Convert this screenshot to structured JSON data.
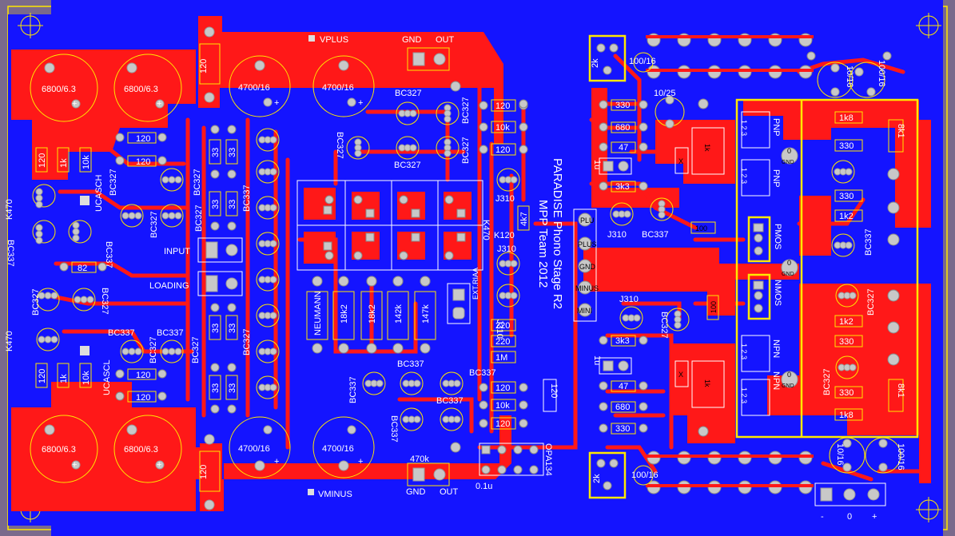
{
  "board": {
    "title_line1": "PARADISE Phono Stage R2",
    "title_line2": "MPP Team 2012",
    "colors": {
      "background": "#7a6a8c",
      "copper_bottom": "#1414ff",
      "copper_top": "#ff1818",
      "silkscreen": "#ffe800",
      "pad": "#c8c8c8",
      "text": "#ffffff"
    }
  },
  "rails": {
    "vplus": "VPLUS",
    "vminus": "VMINUS",
    "gnd_top": "GND",
    "out_top": "OUT",
    "gnd_bottom": "GND",
    "out_bottom": "OUT"
  },
  "capacitors": {
    "c_tl1": "6800/6.3",
    "c_tl2": "6800/6.3",
    "c_bl1": "6800/6.3",
    "c_bl2": "6800/6.3",
    "c_t1": "4700/16",
    "c_t2": "4700/16",
    "c_b1": "4700/16",
    "c_b2": "4700/16",
    "c_rt1": "100/16",
    "c_rb1": "100/16",
    "c_rt2": "10/25",
    "c_rt3": "10/16",
    "c_rt4": "100/16",
    "c_rb3": "10/16",
    "c_rb4": "100/16"
  },
  "transistors": {
    "bc327_a": "BC327",
    "bc327_b": "BC327",
    "bc327_c": "BC327",
    "bc327_d": "BC327",
    "bc327_e": "BC327",
    "bc327_f": "BC327",
    "bc327_g": "BC327",
    "bc327_h": "BC327",
    "bc337_a": "BC337",
    "bc337_b": "BC337",
    "bc337_c": "BC337",
    "bc337_d": "BC337",
    "bc337_e": "BC337",
    "bc337_f": "BC337",
    "bc337_g": "BC337",
    "j310_a": "J310",
    "j310_b": "J310",
    "j310_c": "J310",
    "j310_d": "J310",
    "j310_e": "J310"
  },
  "resistors": {
    "r120": "120",
    "r10k": "10k",
    "r1k": "1k",
    "r82": "82",
    "r33": "33",
    "r330": "330",
    "r680": "680",
    "r47": "47",
    "r3k3": "3k3",
    "r1k8": "1k8",
    "r8k1": "8k1",
    "r1k2": "1k2",
    "r100": "100",
    "r220": "220",
    "r1m": "1M",
    "r470k": "470k",
    "r2k": "2k",
    "r18k2": "18k2",
    "r142k": "142k",
    "r147k": "147k",
    "rneumann": "NEUMANN",
    "r4k7": "4k7",
    "rk120": "K120",
    "r470": "K470",
    "rx": "X"
  },
  "labels": {
    "input": "INPUT",
    "loading": "LOADING",
    "ucasch": "UCASCH",
    "ucascl": "UCASCL",
    "ext_riaa": "EXT.RIAA",
    "opa134": "OPA134",
    "c01u": "0.1u",
    "c1u_a": "1u",
    "c1u_b": "1u",
    "plu": "PLU",
    "plus": "PLUS",
    "minus": "MINUS",
    "mini": "MINI",
    "gnd": "GND",
    "pmos": "PMOS",
    "nmos": "NMOS",
    "pnp_a": "PNP",
    "pnp_b": "PNP",
    "npn_a": "NPN",
    "npn_b": "NPN",
    "pin123": "1 2 3",
    "zero": "0",
    "gnd_small": "GND",
    "out_minus": "-",
    "out_zero": "0",
    "out_plus": "+",
    "pol_plus": "+"
  }
}
